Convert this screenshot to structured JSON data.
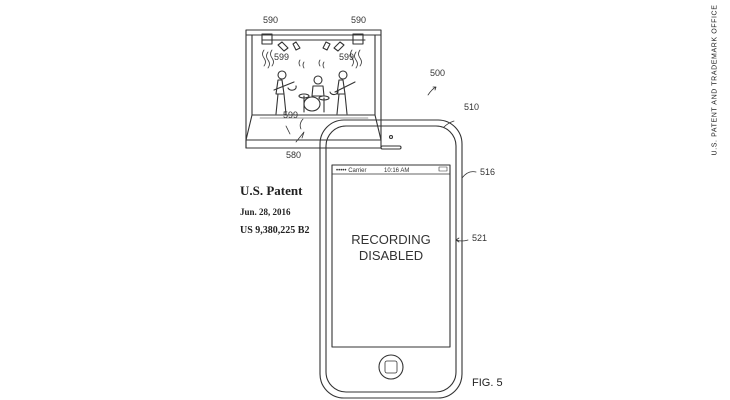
{
  "patent": {
    "title": "U.S. Patent",
    "date": "Jun. 28, 2016",
    "number": "US 9,380,225 B2",
    "side_text": "U.S. PATENT AND TRADEMARK OFFICE"
  },
  "figure_label": "FIG. 5",
  "refs": {
    "r590a": "590",
    "r590b": "590",
    "r599a": "599",
    "r599b": "599",
    "r599c": "599",
    "r500": "500",
    "r510": "510",
    "r516": "516",
    "r521": "521",
    "r580": "580"
  },
  "phone": {
    "carrier": "Carrier",
    "time": "10:16 AM",
    "message_line1": "RECORDING",
    "message_line2": "DISABLED"
  }
}
